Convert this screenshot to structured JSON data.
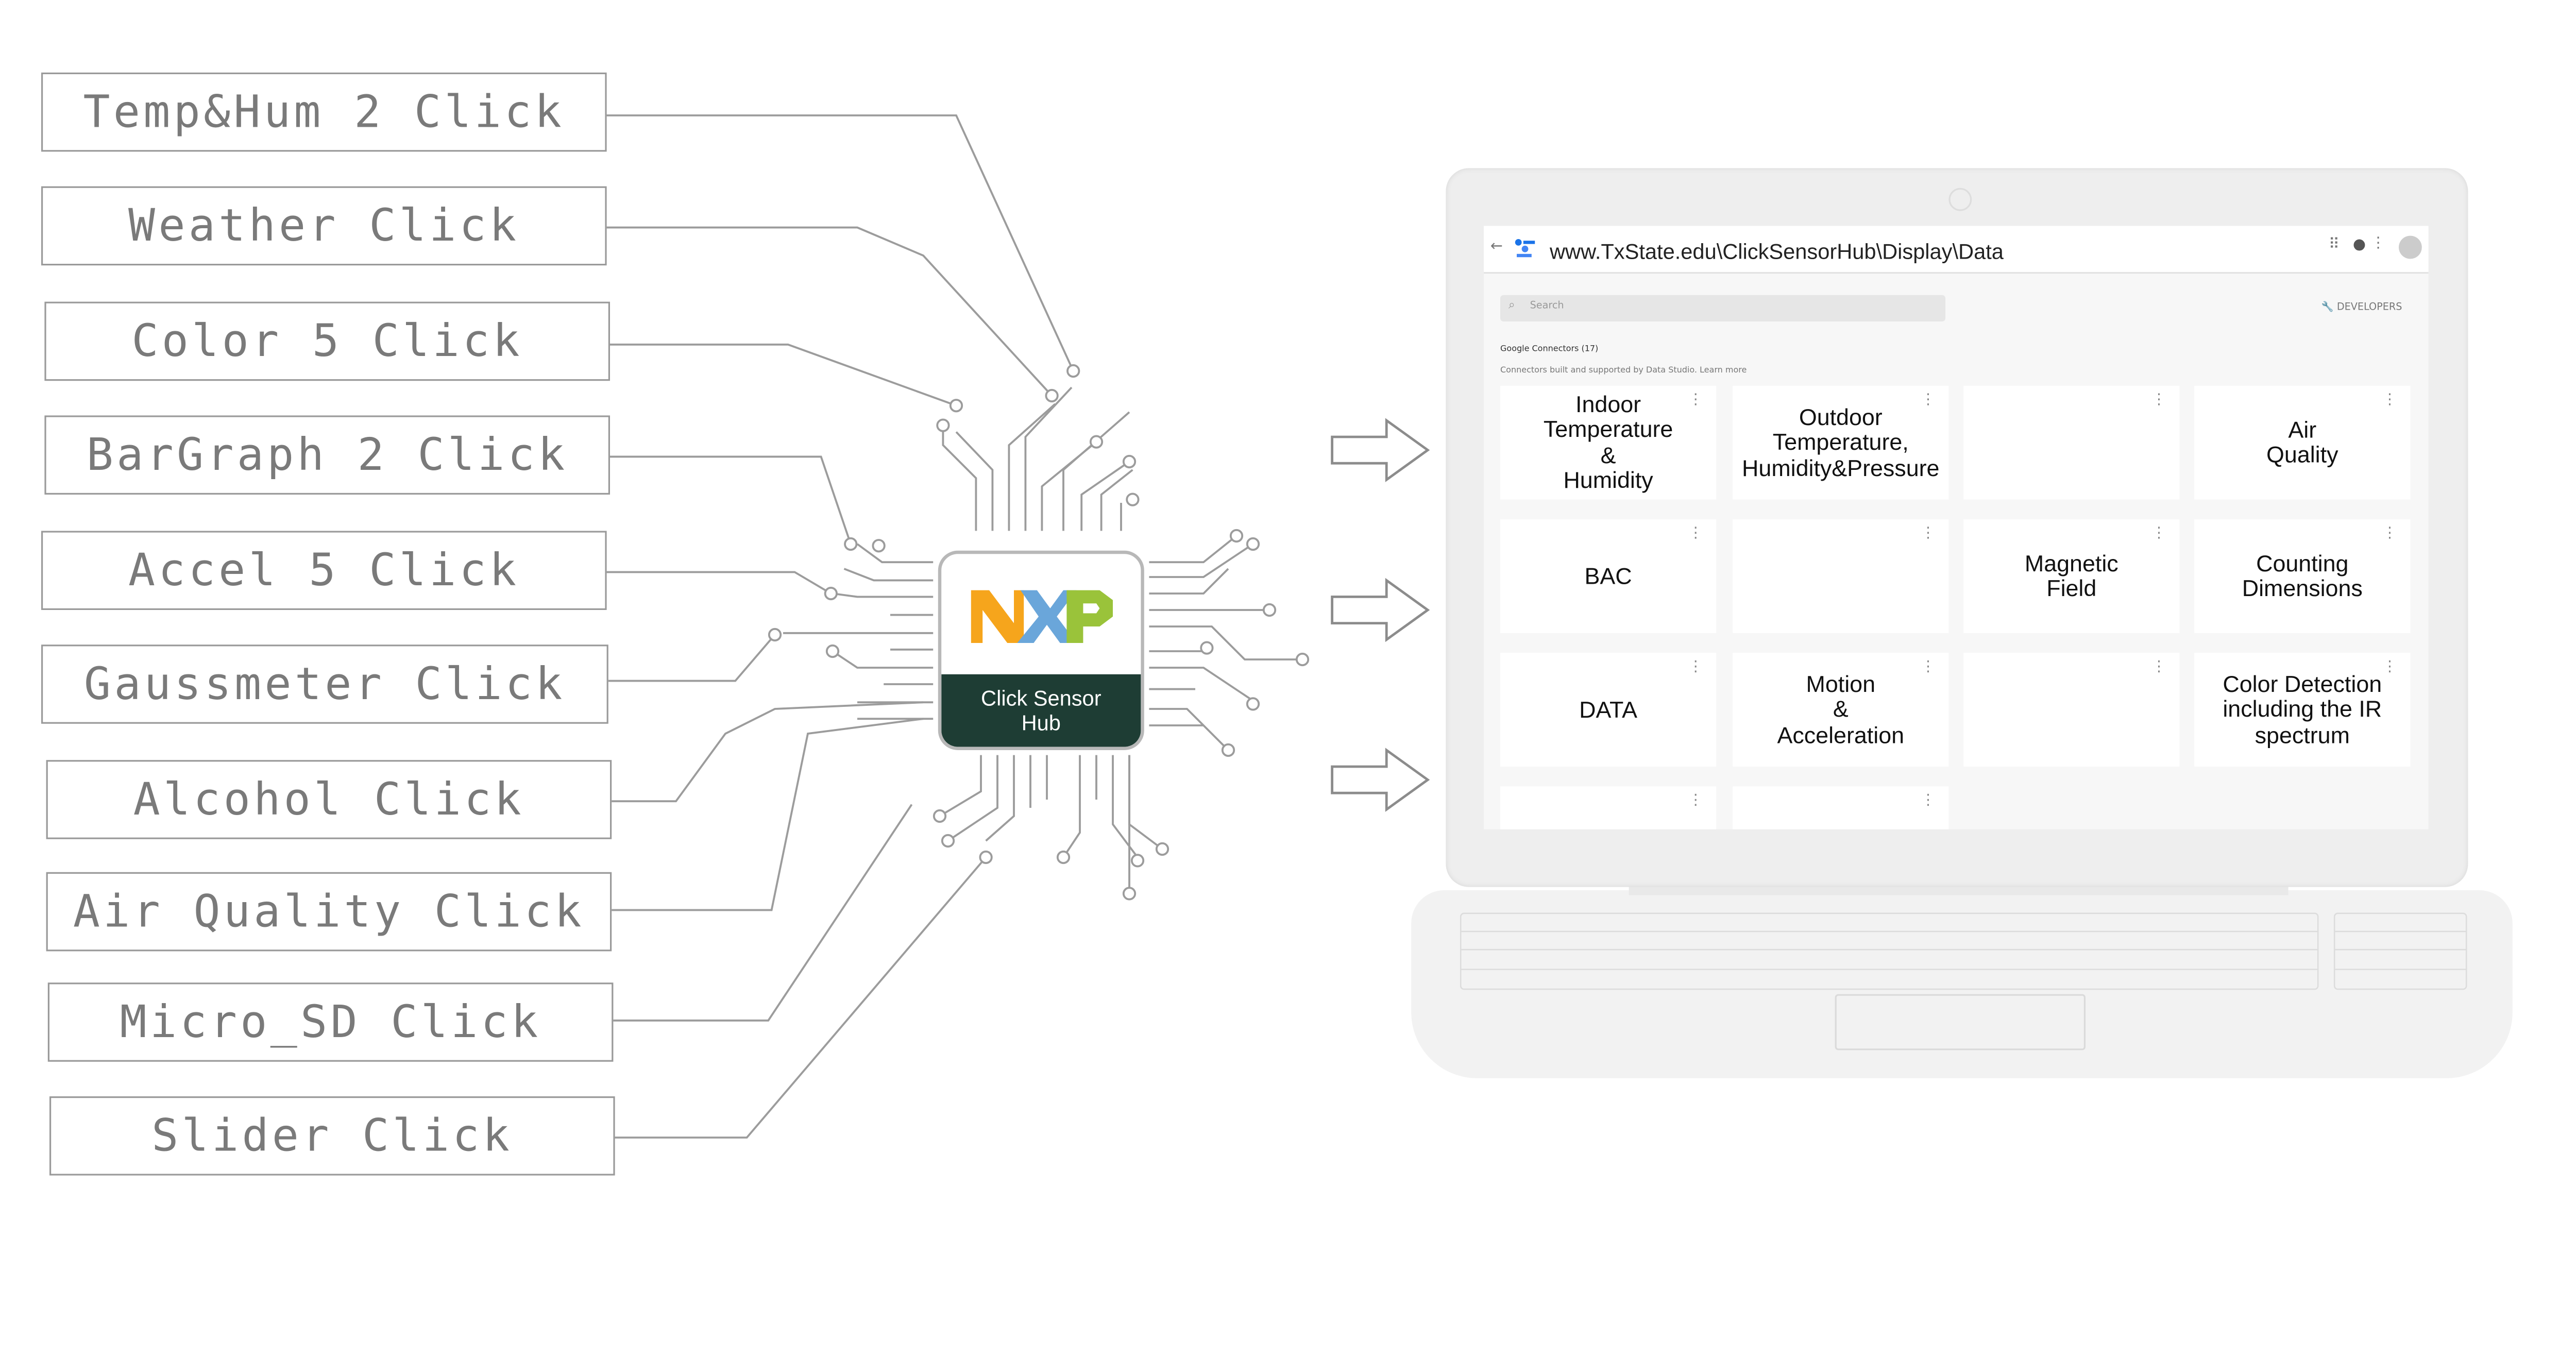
{
  "clicks": [
    "Temp&Hum 2 Click",
    "Weather Click",
    "Color 5 Click",
    "BarGraph 2 Click",
    "Accel 5 Click",
    "Gaussmeter Click",
    "Alcohol Click",
    "Air Quality Click",
    "Micro_SD Click",
    "Slider Click"
  ],
  "chip": {
    "logo": "NXP",
    "label": "Click Sensor Hub"
  },
  "browser": {
    "url": "www.TxState.edu\\ClickSensorHub\\Display\\Data",
    "search_placeholder": "Search",
    "developers": "DEVELOPERS",
    "section": "Google Connectors (17)",
    "subtitle": "Connectors built and supported by Data Studio. Learn more"
  },
  "tiles": [
    "Indoor\nTemperature\n&\nHumidity",
    "Outdoor\nTemperature,\nHumidity&Pressure",
    "",
    "Air\nQuality",
    "BAC",
    "",
    "Magnetic\nField",
    "Counting\nDimensions",
    "DATA",
    "Motion\n&\nAcceleration",
    "",
    "Color Detection\nincluding the IR\nspectrum",
    "",
    ""
  ],
  "colors": {
    "chip_label_bg": "#1e3d34",
    "nxp_orange": "#f6a51c",
    "nxp_blue": "#6aa6da",
    "nxp_green": "#9ac33a"
  }
}
